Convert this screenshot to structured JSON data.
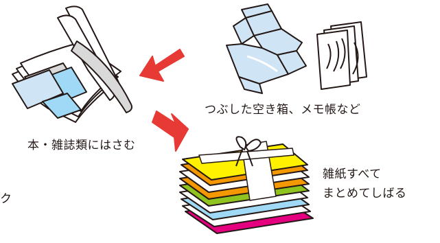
{
  "labels": {
    "book_magazine": "本・雑誌類にはさむ",
    "boxes_memo": "つぶした空き箱、メモ帳など",
    "misc_paper_line1": "雑紙すべて",
    "misc_paper_line2": "まとめてしばる",
    "cut_off_char": "ク"
  },
  "colors": {
    "arrow": "#e83a35",
    "light_blue": "#cfe4f5",
    "yellow": "#fff100",
    "orange": "#f39800",
    "green": "#8fc31f",
    "blue": "#9fd9f6",
    "pink": "#e4007f"
  },
  "icons": [
    "book-with-inserted-papers-illustration",
    "flattened-box-illustration",
    "memo-pad-illustration",
    "tied-paper-bundle-illustration",
    "red-arrow-icon"
  ]
}
